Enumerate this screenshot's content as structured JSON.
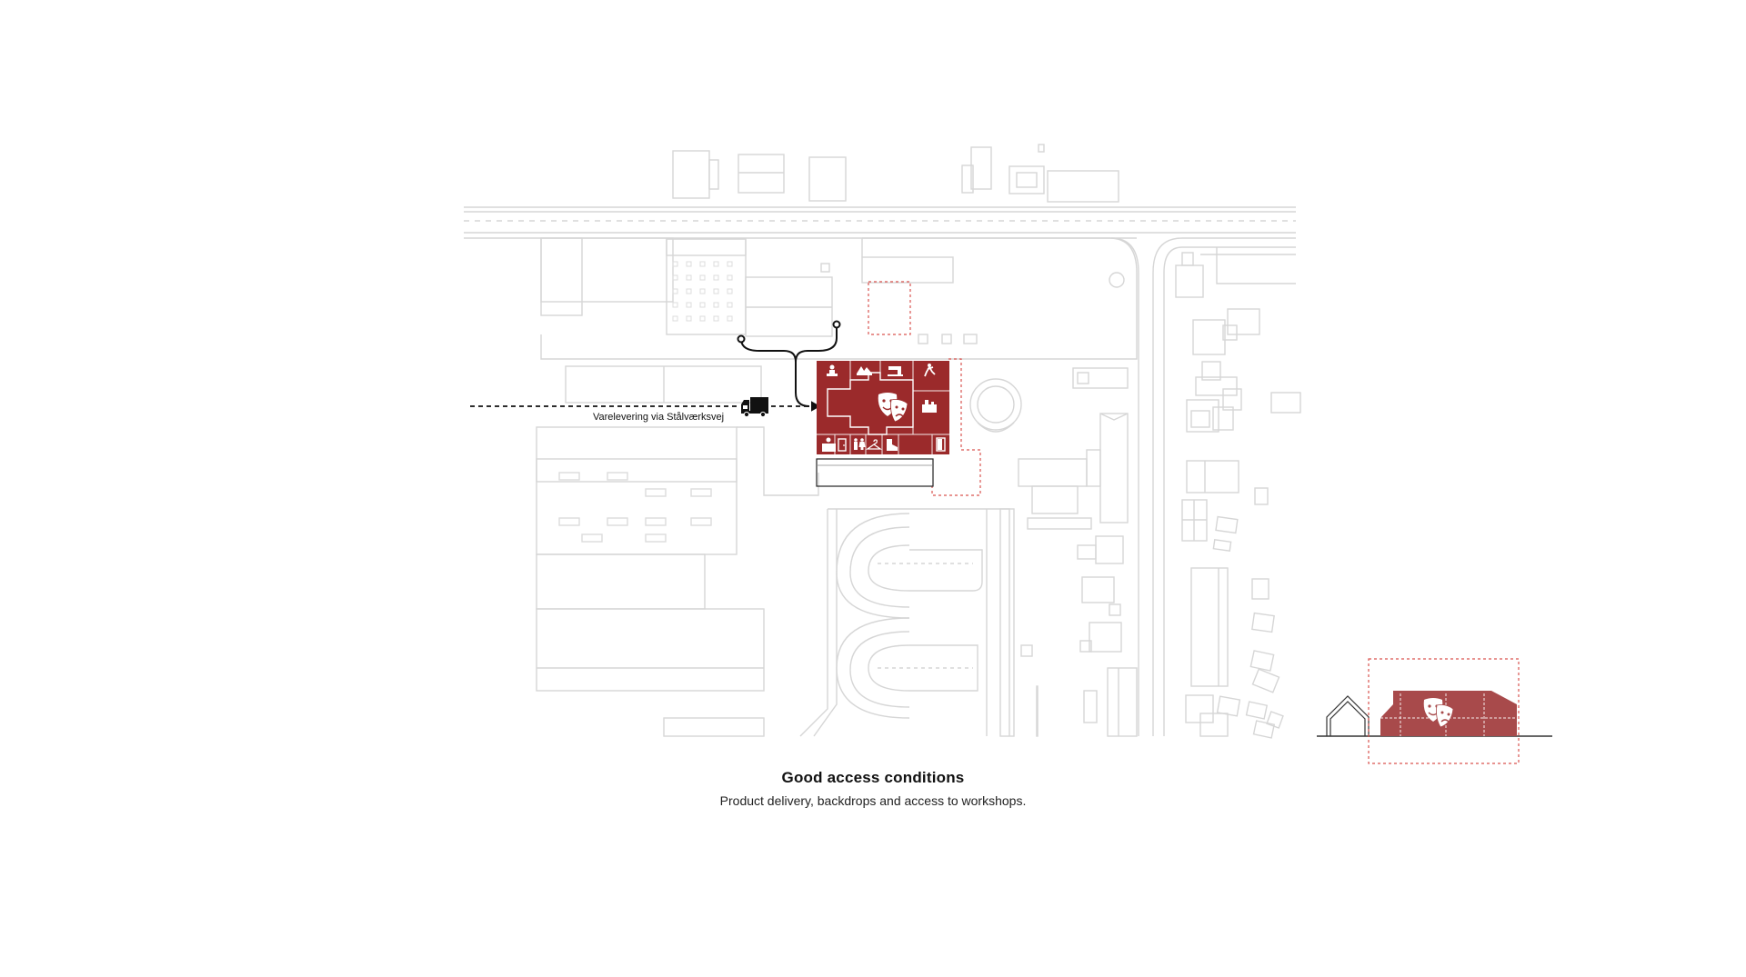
{
  "caption": {
    "title": "Good access conditions",
    "subtitle": "Product delivery, backdrops and access to workshops."
  },
  "delivery_label": "Varelevering via Stålværksvej",
  "icons": {
    "truck": "truck-icon",
    "theatre_masks": "theatre-masks-icon",
    "plan_icons": [
      "actor-icon",
      "set-pieces-icon",
      "sewing-machine-icon",
      "dancer-icon",
      "office-desk-icon",
      "reception-icon",
      "door-icon",
      "toilets-icon",
      "hanger-icon",
      "boot-icon",
      "exit-door-icon"
    ]
  },
  "colors": {
    "theatre_red": "#9b2a2b",
    "section_red": "#a84a4b",
    "context_lines": "#d6d6d6",
    "dashed_red": "#d9534f",
    "route_black": "#111111"
  }
}
